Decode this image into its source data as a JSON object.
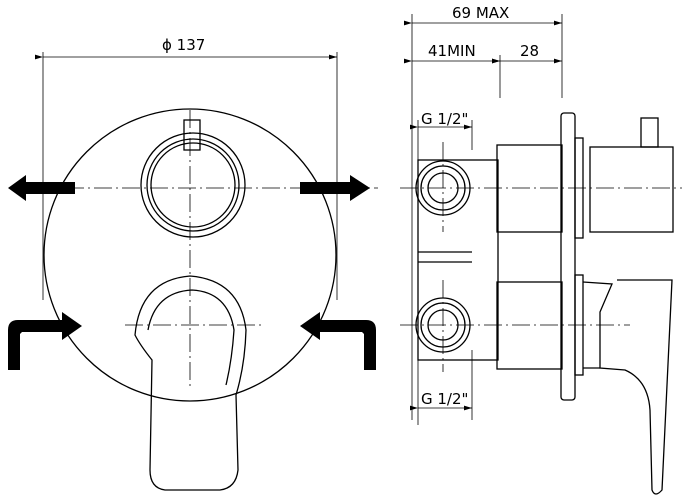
{
  "dimensions": {
    "diameter": "ϕ 137",
    "total_depth": "69 MAX",
    "min_depth": "41MIN",
    "plate_depth": "28",
    "thread_top": "G 1/2\"",
    "thread_bottom": "G 1/2\""
  },
  "colors": {
    "line": "#000000",
    "background": "#ffffff"
  }
}
